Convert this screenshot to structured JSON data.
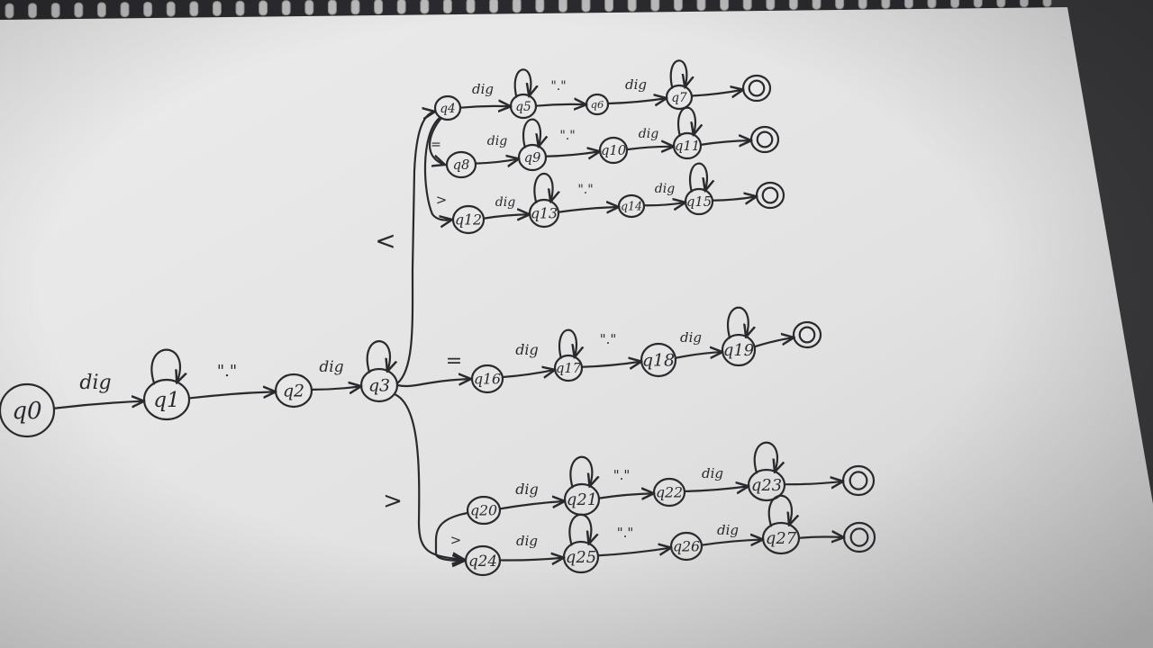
{
  "colors": {
    "paper": "#e6e6e6",
    "ink": "#2a2a2e",
    "background": "#2b2a2e"
  },
  "diagram": {
    "states": [
      {
        "id": "q0",
        "label": "q0"
      },
      {
        "id": "q1",
        "label": "q1"
      },
      {
        "id": "q2",
        "label": "q2"
      },
      {
        "id": "q3",
        "label": "q3"
      },
      {
        "id": "q4",
        "label": "q4"
      },
      {
        "id": "q5",
        "label": "q5"
      },
      {
        "id": "q6",
        "label": "q6"
      },
      {
        "id": "q7",
        "label": "q7"
      },
      {
        "id": "q8",
        "label": "q8"
      },
      {
        "id": "q9",
        "label": "q9"
      },
      {
        "id": "q10",
        "label": "q10"
      },
      {
        "id": "q11",
        "label": "q11"
      },
      {
        "id": "q12",
        "label": "q12"
      },
      {
        "id": "q13",
        "label": "q13"
      },
      {
        "id": "q14",
        "label": "q14"
      },
      {
        "id": "q15",
        "label": "q15"
      },
      {
        "id": "q16",
        "label": "q16"
      },
      {
        "id": "q17",
        "label": "q17"
      },
      {
        "id": "q18",
        "label": "q18"
      },
      {
        "id": "q19",
        "label": "q19"
      },
      {
        "id": "q20",
        "label": "q20"
      },
      {
        "id": "q21",
        "label": "q21"
      },
      {
        "id": "q22",
        "label": "q22"
      },
      {
        "id": "q23",
        "label": "q23"
      },
      {
        "id": "q24",
        "label": "q24"
      },
      {
        "id": "q25",
        "label": "q25"
      },
      {
        "id": "q26",
        "label": "q26"
      },
      {
        "id": "q27",
        "label": "q27"
      },
      {
        "id": "a1",
        "label": "O"
      },
      {
        "id": "a2",
        "label": "O"
      },
      {
        "id": "a3",
        "label": "O"
      },
      {
        "id": "a4",
        "label": "O"
      },
      {
        "id": "a5",
        "label": "O"
      },
      {
        "id": "a6",
        "label": "O"
      }
    ],
    "edges": [
      {
        "from": "q0",
        "to": "q1",
        "label": "dig"
      },
      {
        "from": "q1",
        "to": "q1",
        "label": ""
      },
      {
        "from": "q1",
        "to": "q2",
        "label": "\".\""
      },
      {
        "from": "q2",
        "to": "q3",
        "label": "dig"
      },
      {
        "from": "q3",
        "to": "q3",
        "label": ""
      },
      {
        "from": "q3",
        "to": "q4",
        "label": "<"
      },
      {
        "from": "q4",
        "to": "q5",
        "label": "dig"
      },
      {
        "from": "q5",
        "to": "q5",
        "label": ""
      },
      {
        "from": "q5",
        "to": "q6",
        "label": "\".\""
      },
      {
        "from": "q6",
        "to": "q7",
        "label": "dig"
      },
      {
        "from": "q7",
        "to": "q7",
        "label": ""
      },
      {
        "from": "q7",
        "to": "a1",
        "label": ""
      },
      {
        "from": "q4",
        "to": "q8",
        "label": "="
      },
      {
        "from": "q8",
        "to": "q9",
        "label": "dig"
      },
      {
        "from": "q9",
        "to": "q9",
        "label": ""
      },
      {
        "from": "q9",
        "to": "q10",
        "label": "\".\""
      },
      {
        "from": "q10",
        "to": "q11",
        "label": "dig"
      },
      {
        "from": "q11",
        "to": "q11",
        "label": ""
      },
      {
        "from": "q11",
        "to": "a2",
        "label": ""
      },
      {
        "from": "q4",
        "to": "q12",
        "label": ">"
      },
      {
        "from": "q12",
        "to": "q13",
        "label": "dig"
      },
      {
        "from": "q13",
        "to": "q13",
        "label": ""
      },
      {
        "from": "q13",
        "to": "q14",
        "label": "\".\""
      },
      {
        "from": "q14",
        "to": "q15",
        "label": "dig"
      },
      {
        "from": "q15",
        "to": "q15",
        "label": ""
      },
      {
        "from": "q15",
        "to": "a3",
        "label": ""
      },
      {
        "from": "q3",
        "to": "q16",
        "label": "="
      },
      {
        "from": "q16",
        "to": "q17",
        "label": "dig"
      },
      {
        "from": "q17",
        "to": "q17",
        "label": ""
      },
      {
        "from": "q17",
        "to": "q18",
        "label": "\".\""
      },
      {
        "from": "q18",
        "to": "q19",
        "label": "dig"
      },
      {
        "from": "q19",
        "to": "q19",
        "label": ""
      },
      {
        "from": "q19",
        "to": "a4",
        "label": ""
      },
      {
        "from": "q3",
        "to": "q20",
        "label": ">"
      },
      {
        "from": "q20",
        "to": "q21",
        "label": "dig"
      },
      {
        "from": "q21",
        "to": "q21",
        "label": ""
      },
      {
        "from": "q21",
        "to": "q22",
        "label": "\".\""
      },
      {
        "from": "q22",
        "to": "q23",
        "label": "dig"
      },
      {
        "from": "q23",
        "to": "q23",
        "label": ""
      },
      {
        "from": "q23",
        "to": "a5",
        "label": ""
      },
      {
        "from": "q20",
        "to": "q24",
        "label": ">"
      },
      {
        "from": "q24",
        "to": "q25",
        "label": "dig"
      },
      {
        "from": "q25",
        "to": "q25",
        "label": ""
      },
      {
        "from": "q25",
        "to": "q26",
        "label": "\".\""
      },
      {
        "from": "q26",
        "to": "q27",
        "label": "dig"
      },
      {
        "from": "q27",
        "to": "q27",
        "label": ""
      },
      {
        "from": "q27",
        "to": "a6",
        "label": ""
      }
    ]
  }
}
